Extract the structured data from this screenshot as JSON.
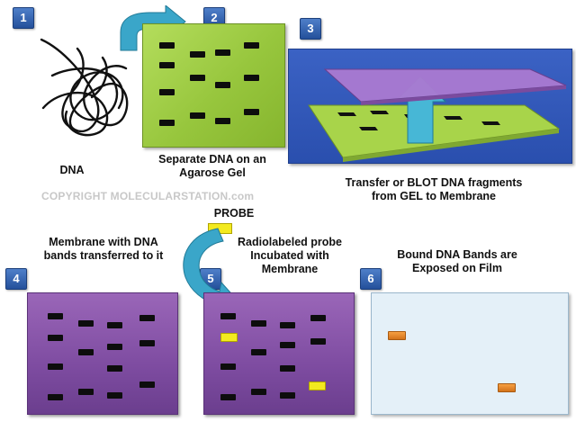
{
  "steps": [
    {
      "number": "1",
      "label": "DNA"
    },
    {
      "number": "2",
      "label": "Separate DNA on an Agarose Gel"
    },
    {
      "number": "3",
      "label": "Transfer or BLOT DNA fragments from GEL to Membrane"
    },
    {
      "number": "4",
      "label": "Membrane with DNA bands transferred to it"
    },
    {
      "number": "5",
      "label": "Radiolabeled probe Incubated with Membrane"
    },
    {
      "number": "6",
      "label": "Bound DNA Bands are Exposed on Film"
    }
  ],
  "copyright": "COPYRIGHT MOLECULARSTATION.com",
  "probe_label": "PROBE",
  "colors": {
    "badge": "#2d5aa8",
    "gel": "#97c63d",
    "membrane": "#7e4ca1",
    "blot_background": "#2a4fae",
    "film": "#e4f0f8",
    "probe": "#f3ea1f",
    "film_band": "#e88a2c",
    "arrow": "#3aa6c9"
  },
  "icons": [
    "curved-arrow-icon",
    "up-arrow-icon",
    "dna-strand-icon"
  ]
}
